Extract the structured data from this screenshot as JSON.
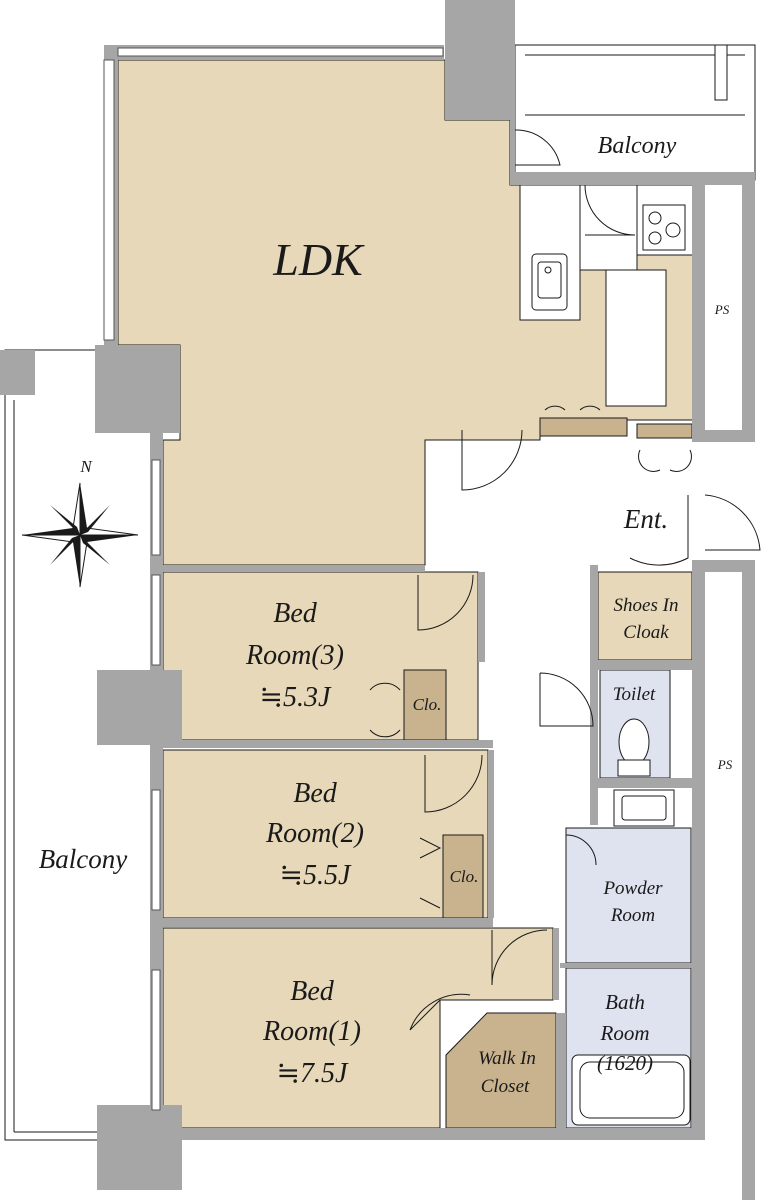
{
  "colors": {
    "living_floor": "#e6d8b8",
    "bedroom_floor": "#e6d8b8",
    "storage_floor": "#c9b28e",
    "wet_area_floor": "#dfe2ef",
    "shoes_cloak_floor": "#e6d8b8",
    "wall": "#a6a6a6",
    "outline": "#1a1a1a"
  },
  "compass": {
    "north_label": "N",
    "icon": "compass-rose-icon"
  },
  "rooms": {
    "ldk": {
      "label": "LDK"
    },
    "bedroom_3": {
      "line1": "Bed",
      "line2": "Room(3)",
      "size": "≒5.3J"
    },
    "bedroom_2": {
      "line1": "Bed",
      "line2": "Room(2)",
      "size": "≒5.5J"
    },
    "bedroom_1": {
      "line1": "Bed",
      "line2": "Room(1)",
      "size": "≒7.5J"
    },
    "closet_3": {
      "label": "Clo."
    },
    "closet_2": {
      "label": "Clo."
    },
    "walk_in_closet": {
      "line1": "Walk In",
      "line2": "Closet"
    },
    "entrance": {
      "label": "Ent."
    },
    "shoes_in_cloak": {
      "line1": "Shoes In",
      "line2": "Cloak"
    },
    "toilet": {
      "label": "Toilet"
    },
    "powder_room": {
      "line1": "Powder",
      "line2": "Room"
    },
    "bath_room": {
      "line1": "Bath",
      "line2": "Room",
      "line3": "(1620)"
    },
    "ps_upper": {
      "label": "PS"
    },
    "ps_lower": {
      "label": "PS"
    }
  },
  "balconies": {
    "north": {
      "label": "Balcony"
    },
    "west": {
      "label": "Balcony"
    }
  }
}
